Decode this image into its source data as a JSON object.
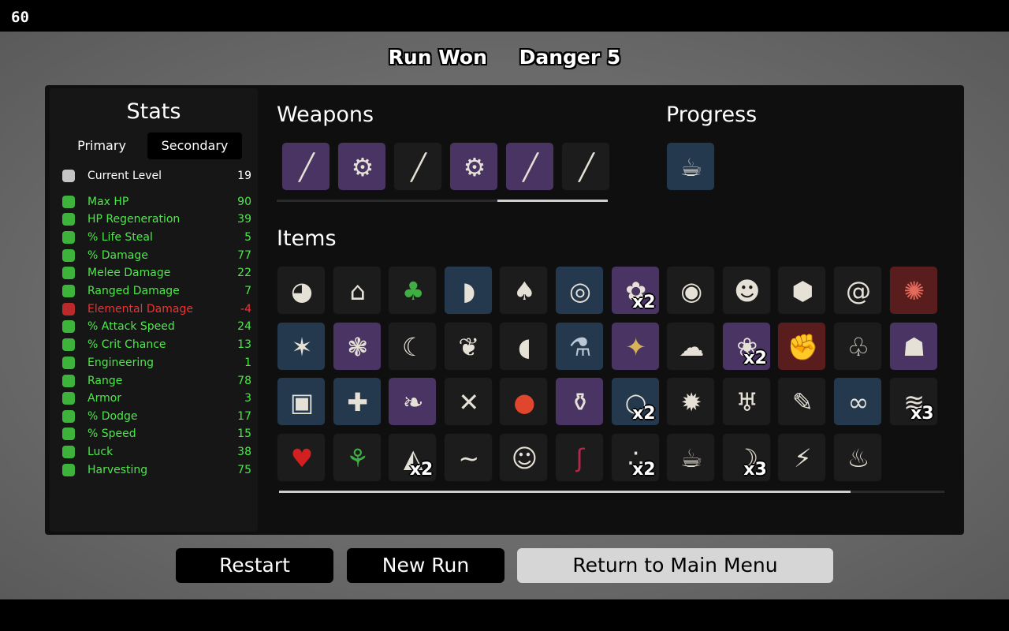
{
  "fps": "60",
  "header": {
    "result": "Run Won",
    "danger": "Danger 5"
  },
  "stats": {
    "title": "Stats",
    "tabs": {
      "primary": "Primary",
      "secondary": "Secondary"
    },
    "rows": [
      {
        "label": "Current Level",
        "value": "19",
        "color": "#ffffff",
        "icon": "level-icon"
      },
      {
        "label": "Max HP",
        "value": "90",
        "color": "#4ce84a",
        "icon": "heart-icon"
      },
      {
        "label": "HP Regeneration",
        "value": "39",
        "color": "#4ce84a",
        "icon": "heart-plus-icon"
      },
      {
        "label": "% Life Steal",
        "value": "5",
        "color": "#4ce84a",
        "icon": "fangs-icon"
      },
      {
        "label": "% Damage",
        "value": "77",
        "color": "#4ce84a",
        "icon": "muscle-icon"
      },
      {
        "label": "Melee Damage",
        "value": "22",
        "color": "#4ce84a",
        "icon": "sword-icon"
      },
      {
        "label": "Ranged Damage",
        "value": "7",
        "color": "#4ce84a",
        "icon": "bow-icon"
      },
      {
        "label": "Elemental Damage",
        "value": "-4",
        "color": "#f23232",
        "icon": "flame-icon"
      },
      {
        "label": "% Attack Speed",
        "value": "24",
        "color": "#4ce84a",
        "icon": "hourglass-icon"
      },
      {
        "label": "% Crit Chance",
        "value": "13",
        "color": "#4ce84a",
        "icon": "crit-icon"
      },
      {
        "label": "Engineering",
        "value": "1",
        "color": "#4ce84a",
        "icon": "wrench-icon"
      },
      {
        "label": "Range",
        "value": "78",
        "color": "#4ce84a",
        "icon": "range-icon"
      },
      {
        "label": "Armor",
        "value": "3",
        "color": "#4ce84a",
        "icon": "shield-icon"
      },
      {
        "label": "% Dodge",
        "value": "17",
        "color": "#4ce84a",
        "icon": "dodge-icon"
      },
      {
        "label": "% Speed",
        "value": "15",
        "color": "#4ce84a",
        "icon": "boot-icon"
      },
      {
        "label": "Luck",
        "value": "38",
        "color": "#4ce84a",
        "icon": "dice-icon"
      },
      {
        "label": "Harvesting",
        "value": "75",
        "color": "#4ce84a",
        "icon": "wheat-icon"
      }
    ]
  },
  "weapons": {
    "title": "Weapons",
    "slots": [
      {
        "icon": "stick-icon",
        "tier": "purple"
      },
      {
        "icon": "saw-blade-icon",
        "tier": "purple"
      },
      {
        "icon": "stick-icon",
        "tier": "dark"
      },
      {
        "icon": "saw-blade-icon",
        "tier": "purple"
      },
      {
        "icon": "stick-icon",
        "tier": "purple"
      },
      {
        "icon": "stick-icon",
        "tier": "dark"
      }
    ]
  },
  "progress": {
    "title": "Progress",
    "slots": [
      {
        "icon": "tea-cup-icon",
        "tier": "blue"
      }
    ]
  },
  "items": {
    "title": "Items",
    "slots": [
      {
        "icon": "baby-ghost-icon",
        "tier": "dark",
        "qty": ""
      },
      {
        "icon": "turret-icon",
        "tier": "dark",
        "qty": ""
      },
      {
        "icon": "tree-icon",
        "tier": "dark",
        "qty": ""
      },
      {
        "icon": "blade-guard-icon",
        "tier": "blue",
        "qty": ""
      },
      {
        "icon": "mushroom-icon",
        "tier": "dark",
        "qty": ""
      },
      {
        "icon": "ring-icon",
        "tier": "blue",
        "qty": ""
      },
      {
        "icon": "plant-pot-icon",
        "tier": "purple",
        "qty": "x2"
      },
      {
        "icon": "landmine-icon",
        "tier": "dark",
        "qty": ""
      },
      {
        "icon": "skull-mask-icon",
        "tier": "dark",
        "qty": ""
      },
      {
        "icon": "coal-icon",
        "tier": "dark",
        "qty": ""
      },
      {
        "icon": "snail-icon",
        "tier": "dark",
        "qty": ""
      },
      {
        "icon": "octopus-icon",
        "tier": "red",
        "qty": ""
      },
      {
        "icon": "wasp-icon",
        "tier": "blue",
        "qty": ""
      },
      {
        "icon": "brain-icon",
        "tier": "purple",
        "qty": ""
      },
      {
        "icon": "claw-icon",
        "tier": "dark",
        "qty": ""
      },
      {
        "icon": "butterfly-icon",
        "tier": "dark",
        "qty": ""
      },
      {
        "icon": "fang-icon",
        "tier": "dark",
        "qty": ""
      },
      {
        "icon": "potion-icon",
        "tier": "blue",
        "qty": ""
      },
      {
        "icon": "wheat-icon",
        "tier": "purple",
        "qty": ""
      },
      {
        "icon": "cloud-creature-icon",
        "tier": "dark",
        "qty": ""
      },
      {
        "icon": "peacock-icon",
        "tier": "purple",
        "qty": "x2"
      },
      {
        "icon": "arm-icon",
        "tier": "red",
        "qty": ""
      },
      {
        "icon": "palm-icon",
        "tier": "dark",
        "qty": ""
      },
      {
        "icon": "robot-icon",
        "tier": "purple",
        "qty": ""
      },
      {
        "icon": "armor-plate-icon",
        "tier": "blue",
        "qty": ""
      },
      {
        "icon": "medic-bot-icon",
        "tier": "blue",
        "qty": ""
      },
      {
        "icon": "wings-icon",
        "tier": "purple",
        "qty": ""
      },
      {
        "icon": "thorn-icon",
        "tier": "dark",
        "qty": ""
      },
      {
        "icon": "tomato-icon",
        "tier": "dark",
        "qty": ""
      },
      {
        "icon": "bottle-icon",
        "tier": "purple",
        "qty": ""
      },
      {
        "icon": "amulet-icon",
        "tier": "blue",
        "qty": "x2"
      },
      {
        "icon": "hedgehog-icon",
        "tier": "dark",
        "qty": ""
      },
      {
        "icon": "tooth-icon",
        "tier": "dark",
        "qty": ""
      },
      {
        "icon": "syringe-icon",
        "tier": "dark",
        "qty": ""
      },
      {
        "icon": "glasses-icon",
        "tier": "blue",
        "qty": ""
      },
      {
        "icon": "bandage-icon",
        "tier": "dark",
        "qty": "x3"
      },
      {
        "icon": "boxing-glove-icon",
        "tier": "dark",
        "qty": ""
      },
      {
        "icon": "sprout-icon",
        "tier": "dark",
        "qty": ""
      },
      {
        "icon": "cake-icon",
        "tier": "dark",
        "qty": "x2"
      },
      {
        "icon": "lizard-icon",
        "tier": "dark",
        "qty": ""
      },
      {
        "icon": "monkey-icon",
        "tier": "dark",
        "qty": ""
      },
      {
        "icon": "tongue-icon",
        "tier": "dark",
        "qty": ""
      },
      {
        "icon": "dots-icon",
        "tier": "dark",
        "qty": "x2"
      },
      {
        "icon": "coffee-icon",
        "tier": "dark",
        "qty": ""
      },
      {
        "icon": "scythe-icon",
        "tier": "dark",
        "qty": "x3"
      },
      {
        "icon": "injector-icon",
        "tier": "dark",
        "qty": ""
      },
      {
        "icon": "sack-icon",
        "tier": "dark",
        "qty": ""
      }
    ]
  },
  "buttons": {
    "restart": "Restart",
    "new_run": "New Run",
    "main_menu": "Return to Main Menu"
  },
  "colors": {
    "purple_tier": "#4a3464",
    "blue_tier": "#24394e",
    "red_tier": "#5a1d1d",
    "stat_green": "#4ce84a",
    "stat_red": "#f23232"
  }
}
